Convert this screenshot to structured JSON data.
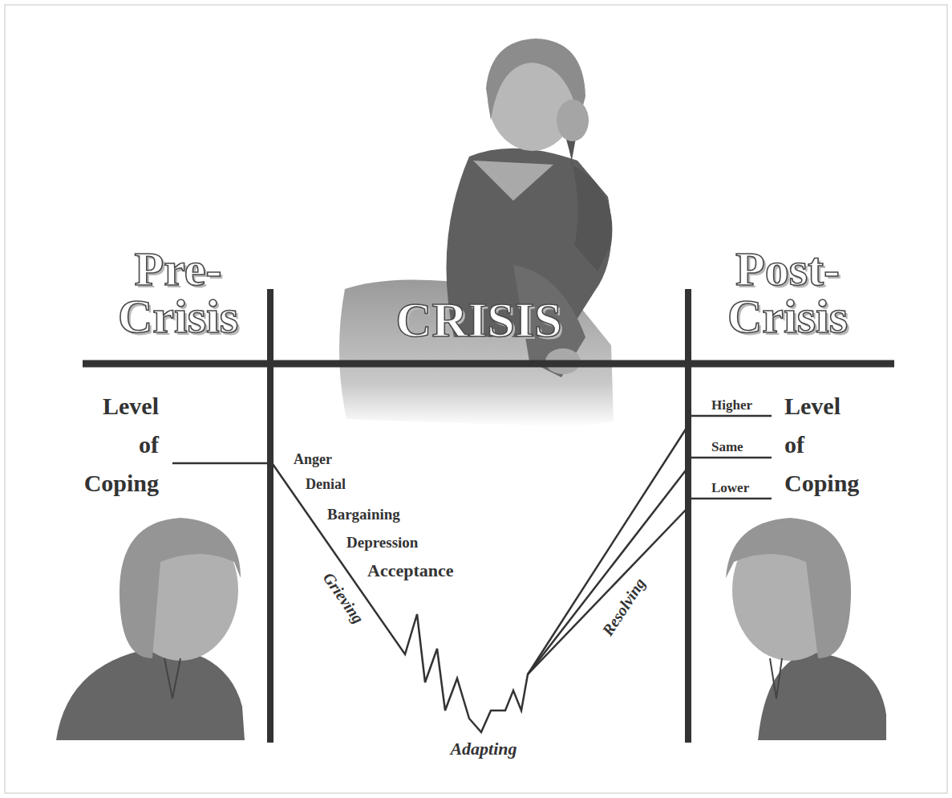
{
  "diagram": {
    "labels": [
      "Pre-Crisis",
      "CRISIS",
      "Post-Crisis",
      "Level of Coping",
      "Anger",
      "Denial",
      "Bargaining",
      "Depression",
      "Acceptance",
      "Grieving",
      "Adapting",
      "Resolving",
      "Higher",
      "Same",
      "Lower",
      "Level of Coping"
    ]
  }
}
